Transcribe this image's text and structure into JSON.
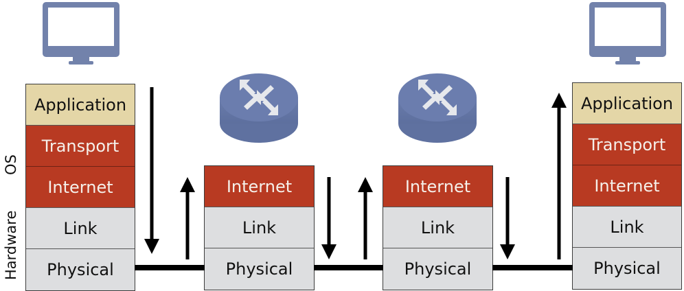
{
  "diagram": {
    "type": "network-layer-stack",
    "side_labels": {
      "os": "OS",
      "hardware": "Hardware"
    },
    "hosts": [
      {
        "name": "source-host",
        "icon": "monitor-icon",
        "layers": [
          "Application",
          "Transport",
          "Internet",
          "Link",
          "Physical"
        ]
      },
      {
        "name": "destination-host",
        "icon": "monitor-icon",
        "layers": [
          "Application",
          "Transport",
          "Internet",
          "Link",
          "Physical"
        ]
      }
    ],
    "routers": [
      {
        "name": "router-1",
        "icon": "router-icon",
        "layers": [
          "Internet",
          "Link",
          "Physical"
        ]
      },
      {
        "name": "router-2",
        "icon": "router-icon",
        "layers": [
          "Internet",
          "Link",
          "Physical"
        ]
      }
    ],
    "flow": [
      "down",
      "up",
      "down",
      "up",
      "down",
      "up"
    ],
    "colors": {
      "application": "#e4d6a7",
      "os_layer": "#b83a22",
      "hardware_layer": "#dddee0",
      "device_icon": "#7080a8",
      "link_line": "#000000"
    }
  }
}
